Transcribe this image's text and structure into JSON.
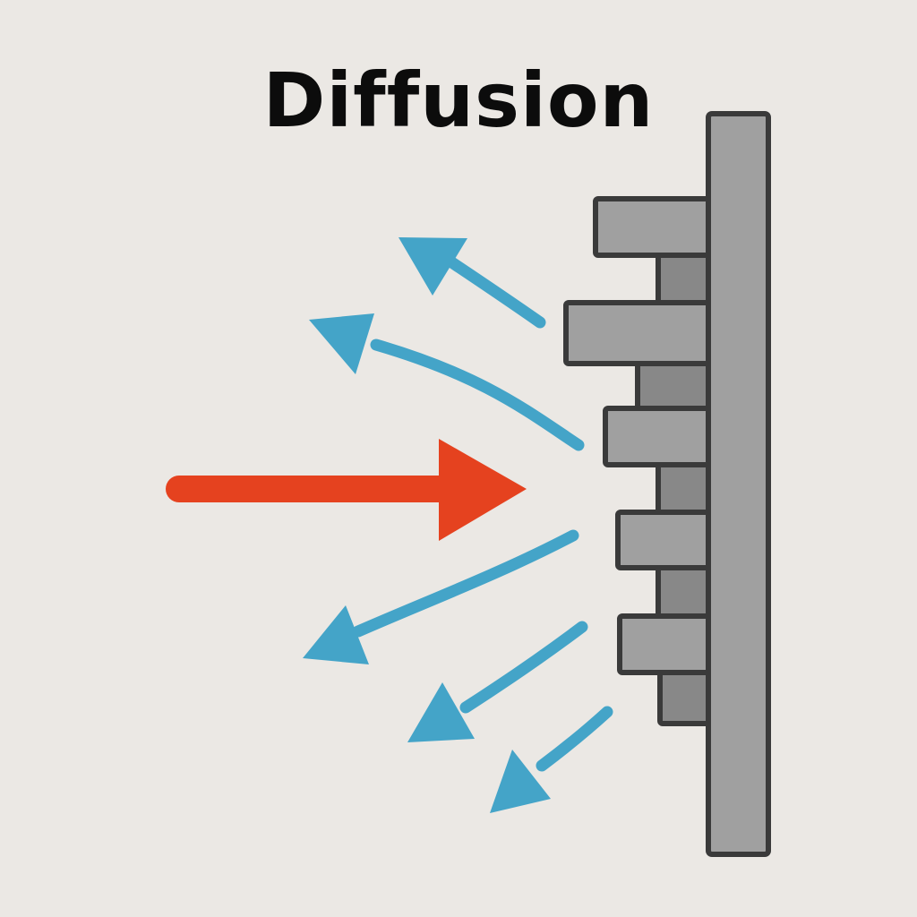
{
  "title": "Diffusion",
  "colors": {
    "background": "#ebe8e4",
    "incident_arrow": "#e5421f",
    "scattered_arrows": "#44a4c8",
    "panel_light": "#a0a0a0",
    "panel_dark": "#888888",
    "outline": "#3a3a3a"
  },
  "icons": {
    "incident": "incident-wave-arrow",
    "scattered": "scattered-wave-arrow",
    "surface": "diffuser-panel"
  }
}
